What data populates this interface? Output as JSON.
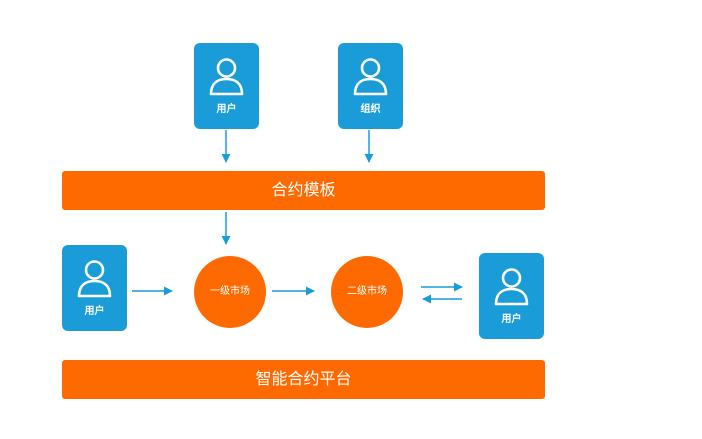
{
  "top_cards": [
    {
      "label": "用户",
      "icon": "user-icon"
    },
    {
      "label": "组织",
      "icon": "user-icon"
    }
  ],
  "template_bar": {
    "label": "合约模板"
  },
  "left_card": {
    "label": "用户",
    "icon": "user-icon"
  },
  "right_card": {
    "label": "用户",
    "icon": "user-icon"
  },
  "markets": [
    {
      "label": "一级市场"
    },
    {
      "label": "二级市场"
    }
  ],
  "platform_bar": {
    "label": "智能合约平台"
  },
  "colors": {
    "card_blue": "#1a9cd8",
    "orange": "#ff6a00",
    "arrow": "#1a9cd8"
  }
}
